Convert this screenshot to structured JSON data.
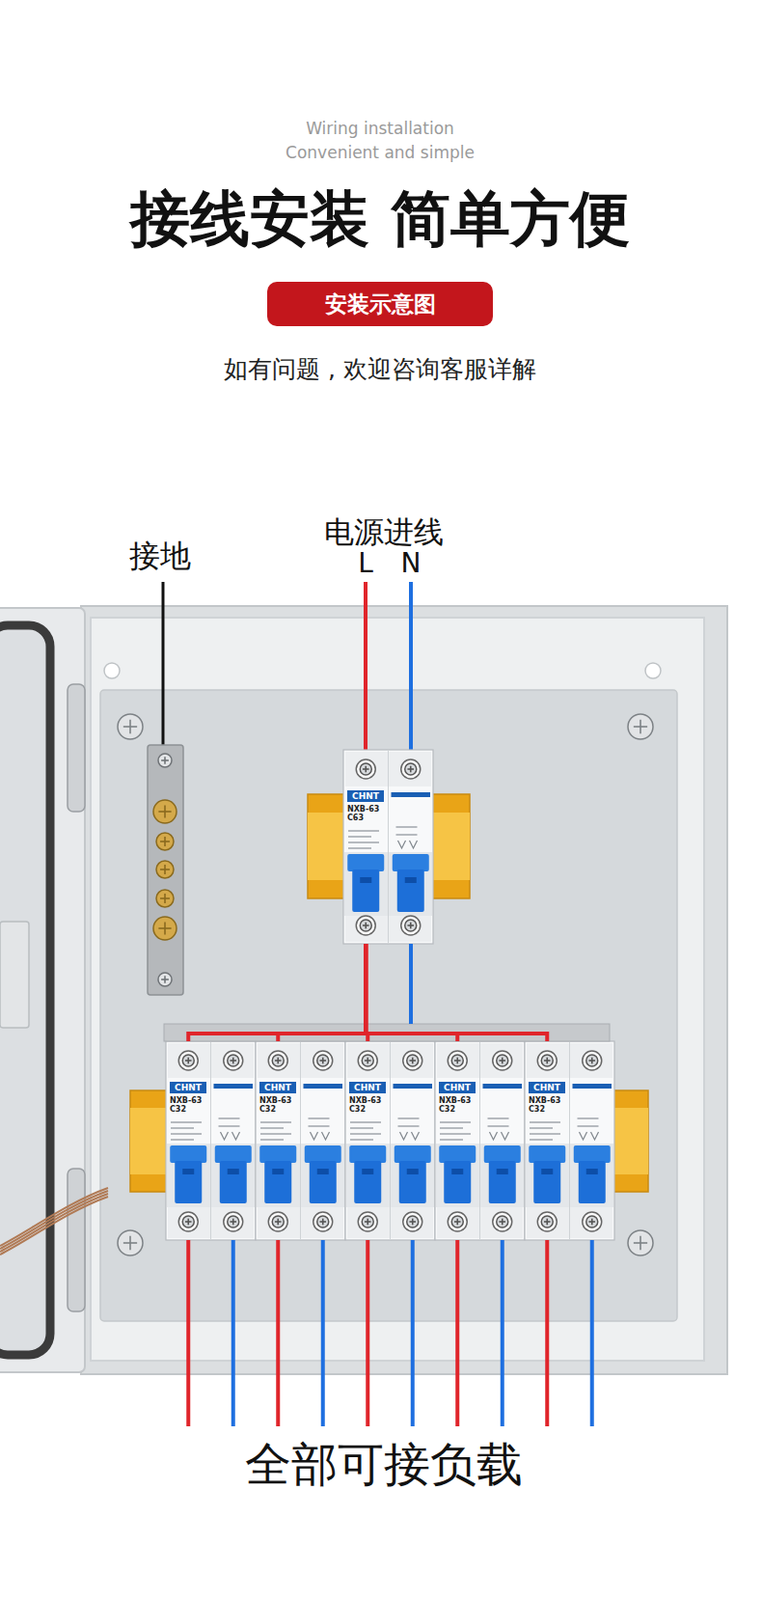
{
  "diagram": {
    "title": "接线安装 简单方便",
    "nodes": [
      {
        "text": [
          "安装示意图"
        ]
      },
      {
        "text": [
          "CHNT",
          "NXB-63 C63"
        ]
      },
      {
        "text": [
          "CHNT",
          "NXB-63 C32"
        ]
      },
      {
        "text": [
          "CHNT",
          "NXB-63 C32"
        ]
      },
      {
        "text": [
          "CHNT",
          "NXB-63 C32"
        ]
      },
      {
        "text": [
          "CHNT",
          "NXB-63 C32"
        ]
      },
      {
        "text": [
          "CHNT",
          "NXB-63 C32"
        ]
      }
    ],
    "edges": [
      {
        "from": 1,
        "to": 2,
        "arrow": "none"
      },
      {
        "from": 1,
        "to": 3,
        "arrow": "none"
      },
      {
        "from": 1,
        "to": 4,
        "arrow": "none"
      },
      {
        "from": 1,
        "to": 5,
        "arrow": "none"
      },
      {
        "from": 1,
        "to": 6,
        "arrow": "none"
      }
    ],
    "labels": [
      "Wiring installation",
      "Convenient and simple",
      "如有问题 , 欢迎咨询客服详解",
      "接地",
      "电源进线",
      "L",
      "N",
      "全部可接负载"
    ]
  }
}
